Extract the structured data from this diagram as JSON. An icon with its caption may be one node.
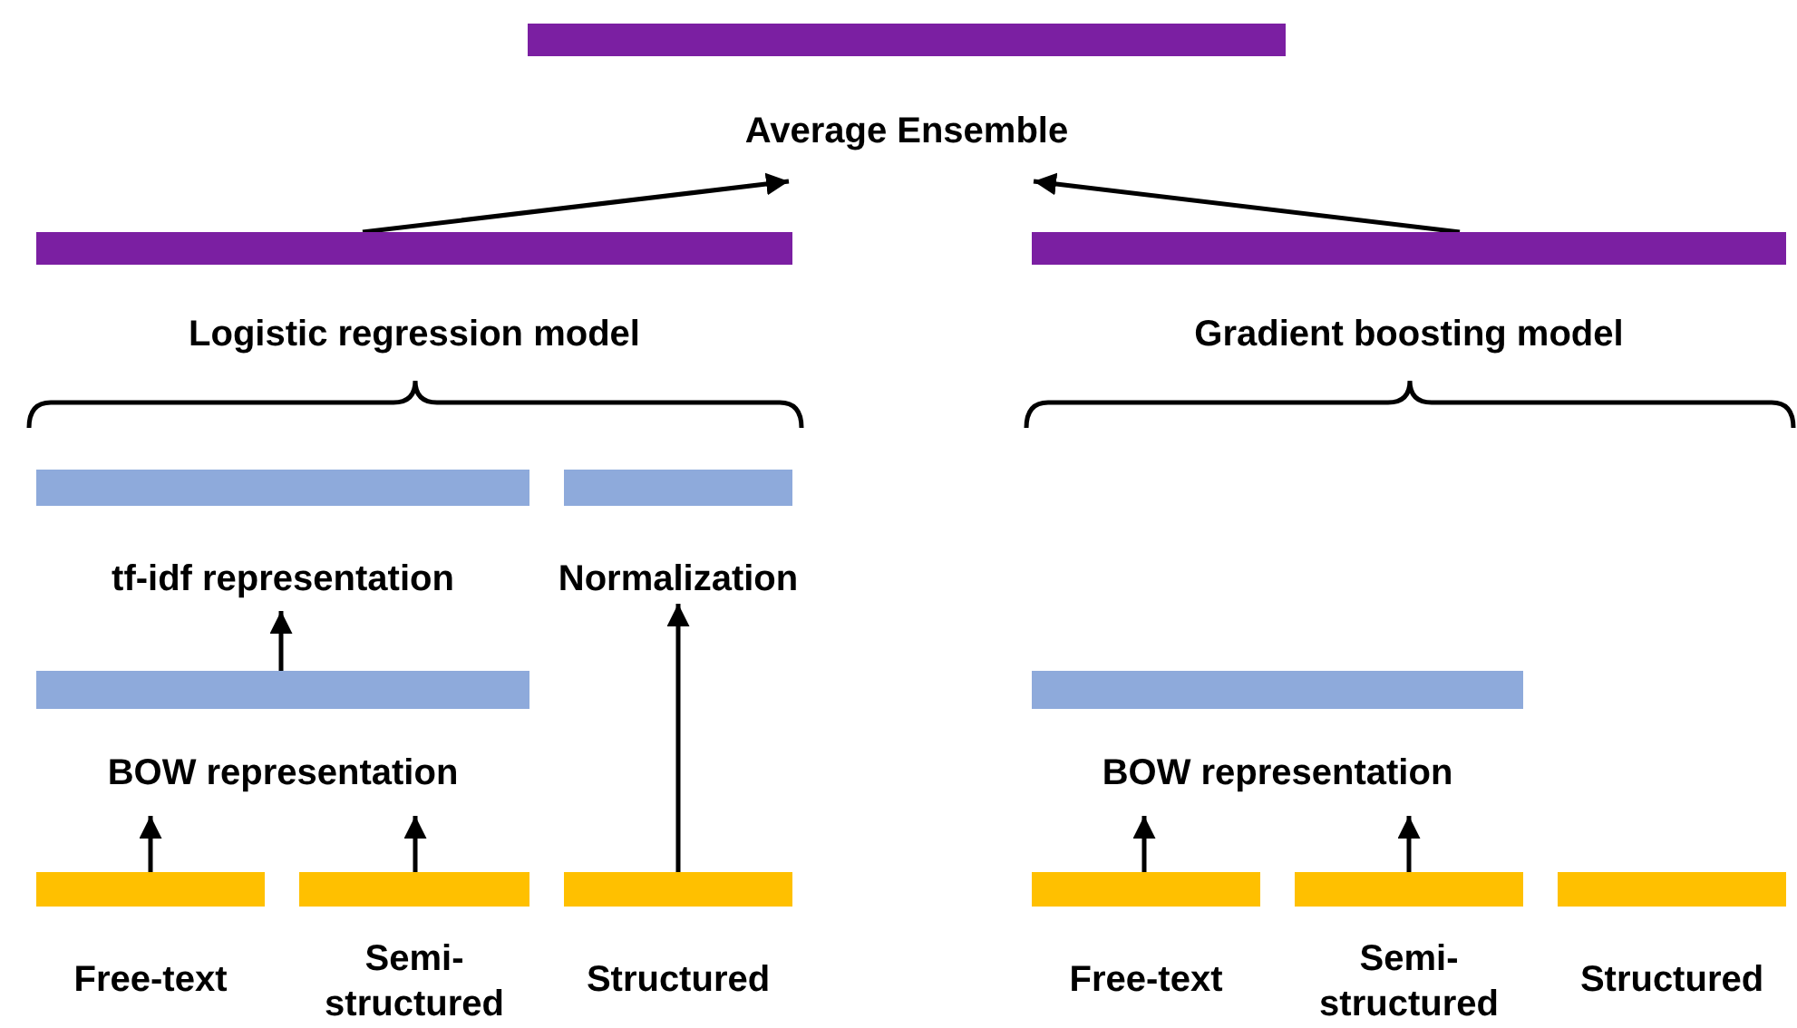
{
  "diagram": {
    "nodes": [
      {
        "text": [
          "Average Ensemble"
        ]
      },
      {
        "text": [
          "Logistic regression model"
        ]
      },
      {
        "text": [
          "Gradient boosting model"
        ]
      },
      {
        "text": [
          "tf-idf representation"
        ]
      },
      {
        "text": [
          "Normalization"
        ]
      },
      {
        "text": [
          "BOW representation"
        ]
      },
      {
        "text": [
          "Free-text"
        ]
      },
      {
        "text": [
          "Semi-structured"
        ]
      },
      {
        "text": [
          "Structured"
        ]
      },
      {
        "text": [
          "BOW representation"
        ]
      },
      {
        "text": [
          "Free-text"
        ]
      },
      {
        "text": [
          "Semi-structured"
        ]
      },
      {
        "text": [
          "Structured"
        ]
      }
    ],
    "edges": [
      {
        "from": 1,
        "to": 0,
        "arrow": "to"
      },
      {
        "from": 2,
        "to": 0,
        "arrow": "to"
      },
      {
        "from": 5,
        "to": 3,
        "arrow": "to"
      },
      {
        "from": 6,
        "to": 5,
        "arrow": "to"
      },
      {
        "from": 7,
        "to": 5,
        "arrow": "to"
      },
      {
        "from": 8,
        "to": 4,
        "arrow": "to"
      },
      {
        "from": 10,
        "to": 9,
        "arrow": "to"
      },
      {
        "from": 11,
        "to": 9,
        "arrow": "to"
      }
    ]
  }
}
